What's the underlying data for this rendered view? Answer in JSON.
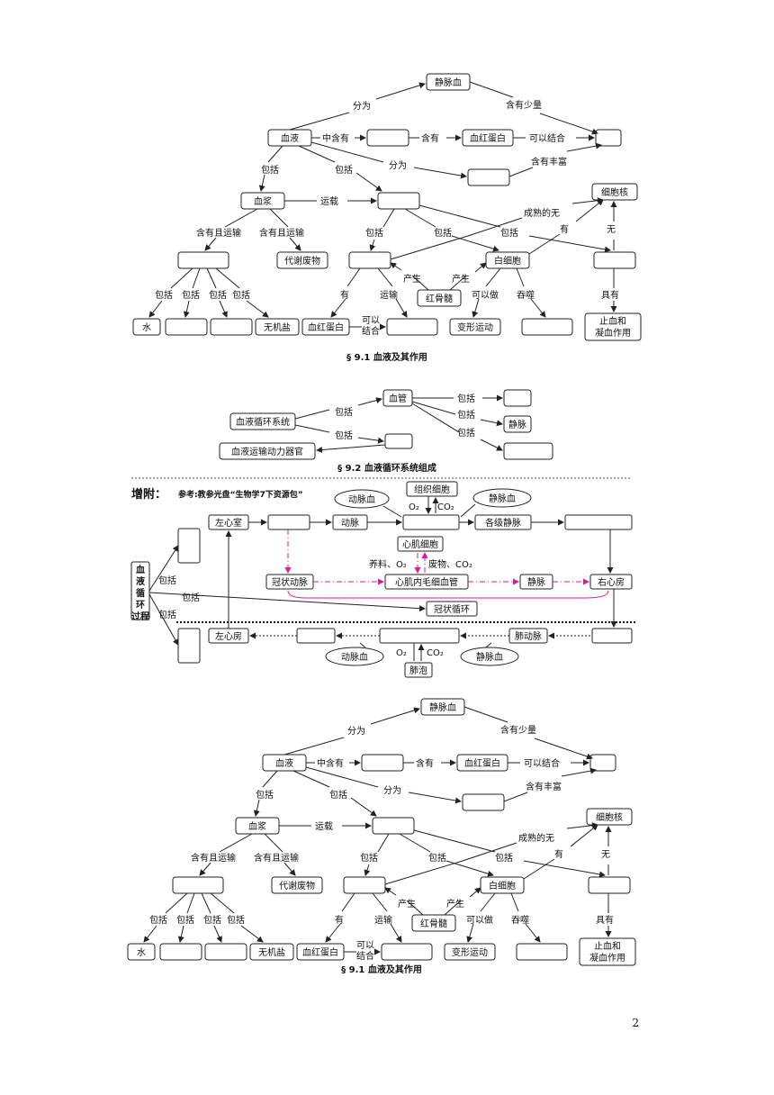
{
  "fig1": {
    "caption": "§ 9.1   血液及其作用",
    "nodes": {
      "jingmaixue": "静脉血",
      "xueye": "血液",
      "xuehongdanbai": "血红蛋白",
      "xuejiang": "血浆",
      "xibaohe": "细胞核",
      "baixibao": "白细胞",
      "daixiefeiwu": "代谢废物",
      "honggusui": "红骨髓",
      "shui": "水",
      "wujiyan": "无机盐",
      "xuehongdanbai2": "血红蛋白",
      "bianxingyundong": "变形运动",
      "zhixue": "止血和\n凝血作用"
    },
    "labels": {
      "fenwei": "分为",
      "hanyoushaoliang": "含有少量",
      "zhonghanyou": "中含有",
      "hanyou": "含有",
      "keyijiehe": "可以结合",
      "baokuo": "包括",
      "fenwei2": "分为",
      "hanyoufengfu": "含有丰富",
      "yunzai": "运载",
      "chengshudewu": "成熟的无",
      "hanyouqieyunshu": "含有且运输",
      "you": "有",
      "wu": "无",
      "chansheng": "产生",
      "yunshu": "运输",
      "keyi_jiehe": "可以\n结合",
      "keyizuo": "可以做",
      "tunshi": "吞噬",
      "juyou": "具有"
    }
  },
  "fig2": {
    "caption": "§ 9.2   血液循环系统组成",
    "nodes": {
      "xueguan": "血管",
      "xitong": "血液循环系统",
      "jingmai": "静脉",
      "dongliqi": "血液运输动力器官"
    },
    "labels": {
      "baokuo": "包括"
    }
  },
  "fig3": {
    "heading": "增附：",
    "reference": "参考:教参光盘“生物学7下资源包”",
    "side_title": "血液循环过程",
    "nodes": {
      "zuoxinshi": "左心室",
      "dongmai": "动脉",
      "zuzhixibao": "组织细胞",
      "dongmaixue": "动脉血",
      "jingmaixue": "静脉血",
      "gejijingmai": "各级静脉",
      "xinjixibao": "心肌细胞",
      "guanzhuangdongmai": "冠状动脉",
      "xinjineimaoxixueguan": "心肌内毛细血管",
      "jingmai": "静脉",
      "youxinfang": "右心房",
      "guanzhuangxunhuan": "冠状循环",
      "zuoxinfang": "左心房",
      "feidongmai": "肺动脉",
      "feipao": "肺泡",
      "dongmaixue2": "动脉血",
      "jingmaixue2": "静脉血"
    },
    "labels": {
      "o2": "O₂",
      "co2": "CO₂",
      "yangliao": "养料、O₂",
      "feiwu": "废物、CO₂",
      "baokuo": "包括"
    }
  },
  "page_number": "2"
}
